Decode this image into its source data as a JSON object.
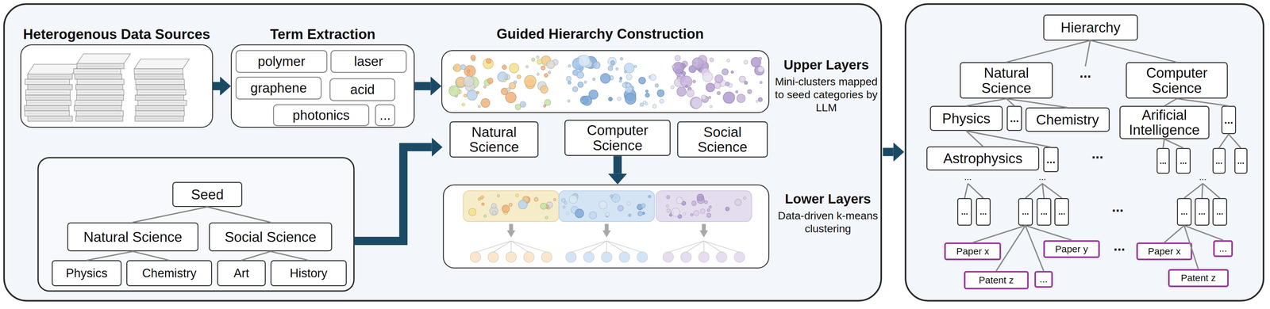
{
  "diagram": {
    "nodes": [
      {
        "text": [
          "Heterogenous Data Sources"
        ]
      },
      {
        "text": [
          "Term Extraction"
        ]
      },
      {
        "text": [
          "polymer"
        ],
        "in": 1
      },
      {
        "text": [
          "laser"
        ],
        "in": 1
      },
      {
        "text": [
          "graphene"
        ],
        "in": 1
      },
      {
        "text": [
          "acid"
        ],
        "in": 1
      },
      {
        "text": [
          "photonics"
        ],
        "in": 1
      },
      {
        "text": [
          "..."
        ],
        "in": 1
      },
      {
        "text": [
          "Upper Layers",
          "Mini-clusters mapped to seed categories by LLM"
        ]
      },
      {
        "text": [
          "Natural Science"
        ]
      },
      {
        "text": [
          "Computer Science"
        ]
      },
      {
        "text": [
          "Social Science"
        ]
      },
      {
        "text": [
          "Lower Layers",
          "Data-driven k-means clustering"
        ]
      },
      {
        "text": [
          "Seed"
        ]
      },
      {
        "text": [
          "Natural Science"
        ]
      },
      {
        "text": [
          "Social Science"
        ]
      },
      {
        "text": [
          "Physics"
        ]
      },
      {
        "text": [
          "Chemistry"
        ]
      },
      {
        "text": [
          "Art"
        ]
      },
      {
        "text": [
          "History"
        ]
      },
      {
        "text": [
          "Hierarchy"
        ]
      },
      {
        "text": [
          "Natural Science"
        ]
      },
      {
        "text": [
          "Computer Science"
        ]
      },
      {
        "text": [
          "Physics"
        ]
      },
      {
        "text": [
          "..."
        ]
      },
      {
        "text": [
          "Chemistry"
        ]
      },
      {
        "text": [
          "Arificial Intelligence"
        ]
      },
      {
        "text": [
          "..."
        ]
      },
      {
        "text": [
          "Astrophysics"
        ]
      },
      {
        "text": [
          "..."
        ]
      },
      {
        "text": [
          "..."
        ]
      },
      {
        "text": [
          "..."
        ]
      },
      {
        "text": [
          "..."
        ]
      },
      {
        "text": [
          "..."
        ]
      },
      {
        "text": [
          "..."
        ]
      },
      {
        "text": [
          "..."
        ]
      },
      {
        "text": [
          "..."
        ]
      },
      {
        "text": [
          "..."
        ]
      },
      {
        "text": [
          "..."
        ]
      },
      {
        "text": [
          "..."
        ]
      },
      {
        "text": [
          "..."
        ]
      },
      {
        "text": [
          "..."
        ]
      },
      {
        "text": [
          "Paper x"
        ]
      },
      {
        "text": [
          "Paper y"
        ]
      },
      {
        "text": [
          "Patent z"
        ]
      },
      {
        "text": [
          "..."
        ]
      },
      {
        "text": [
          "Paper x"
        ]
      },
      {
        "text": [
          "..."
        ]
      },
      {
        "text": [
          "Patent z"
        ]
      }
    ],
    "edges": [
      {
        "from": 0,
        "to": 1,
        "arrow": "to"
      },
      {
        "from": 1,
        "to": 8,
        "arrow": "to"
      },
      {
        "from": 10,
        "to": 12,
        "arrow": "to"
      },
      {
        "from": 13,
        "to": 14,
        "arrow": "none"
      },
      {
        "from": 13,
        "to": 15,
        "arrow": "none"
      },
      {
        "from": 14,
        "to": 16,
        "arrow": "none"
      },
      {
        "from": 14,
        "to": 17,
        "arrow": "none"
      },
      {
        "from": 15,
        "to": 18,
        "arrow": "none"
      },
      {
        "from": 15,
        "to": 19,
        "arrow": "none"
      },
      {
        "from": 20,
        "to": 21,
        "arrow": "none"
      },
      {
        "from": 20,
        "to": 22,
        "arrow": "none"
      },
      {
        "from": 21,
        "to": 23,
        "arrow": "none"
      },
      {
        "from": 21,
        "to": 24,
        "arrow": "none"
      },
      {
        "from": 21,
        "to": 25,
        "arrow": "none"
      },
      {
        "from": 23,
        "to": 28,
        "arrow": "none"
      },
      {
        "from": 23,
        "to": 29,
        "arrow": "none"
      },
      {
        "from": 22,
        "to": 26,
        "arrow": "none"
      },
      {
        "from": 22,
        "to": 27,
        "arrow": "none"
      },
      {
        "from": 26,
        "to": 30,
        "arrow": "none"
      },
      {
        "from": 26,
        "to": 31,
        "arrow": "none"
      },
      {
        "from": 27,
        "to": 32,
        "arrow": "none"
      },
      {
        "from": 27,
        "to": 33,
        "arrow": "none"
      },
      {
        "from": 36,
        "to": 42,
        "arrow": "none"
      },
      {
        "from": 36,
        "to": 43,
        "arrow": "none"
      },
      {
        "from": 36,
        "to": 44,
        "arrow": "none"
      },
      {
        "from": 36,
        "to": 45,
        "arrow": "none"
      },
      {
        "from": 39,
        "to": 46,
        "arrow": "none"
      },
      {
        "from": 39,
        "to": 47,
        "arrow": "none"
      },
      {
        "from": 39,
        "to": 48,
        "arrow": "none"
      }
    ],
    "labels": [
      "Guided Hierarchy Construction",
      "...",
      "...",
      "...",
      "...",
      "...",
      "...",
      "..."
    ]
  }
}
